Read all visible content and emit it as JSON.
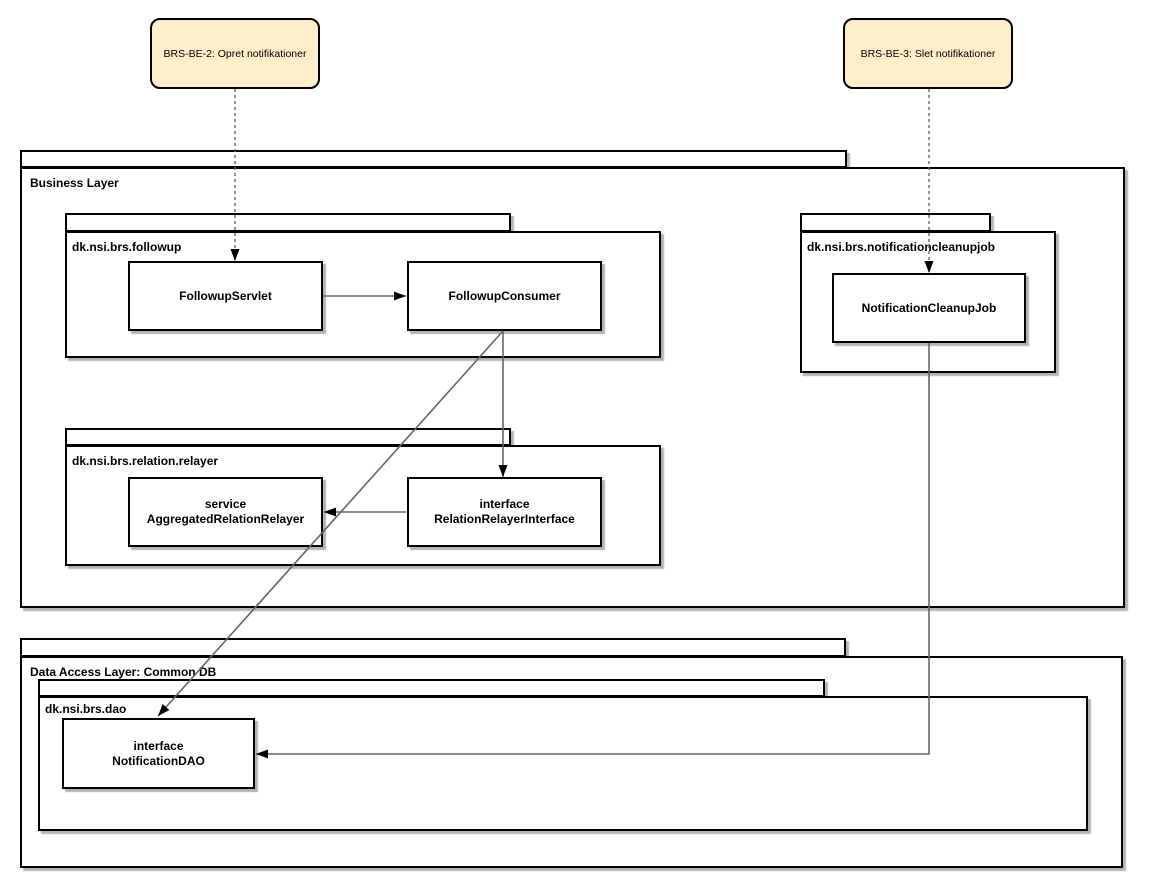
{
  "notes": {
    "brs_be_2": "BRS-BE-2: Opret notifikationer",
    "brs_be_3": "BRS-BE-3: Slet notifikationer"
  },
  "business_layer": {
    "label": "Business Layer",
    "followup": {
      "label": "dk.nsi.brs.followup",
      "servlet": {
        "name": "FollowupServlet"
      },
      "consumer": {
        "name": "FollowupConsumer"
      }
    },
    "cleanupjob": {
      "label": "dk.nsi.brs.notificationcleanupjob",
      "job": {
        "name": "NotificationCleanupJob"
      }
    },
    "relayer": {
      "label": "dk.nsi.brs.relation.relayer",
      "aggregated": {
        "stereotype": "service",
        "name": "AggregatedRelationRelayer"
      },
      "iface": {
        "stereotype": "interface",
        "name": "RelationRelayerInterface"
      }
    }
  },
  "data_access_layer": {
    "label": "Data Access Layer: Common DB",
    "dao": {
      "label": "dk.nsi.brs.dao",
      "notification_dao": {
        "stereotype": "interface",
        "name": "NotificationDAO"
      }
    }
  },
  "colors": {
    "note_fill": "#FFEFC9",
    "shape_border": "#000000",
    "connector": "#666666",
    "arrowhead": "#000000",
    "canvas_bg": "#FFFFFF"
  }
}
